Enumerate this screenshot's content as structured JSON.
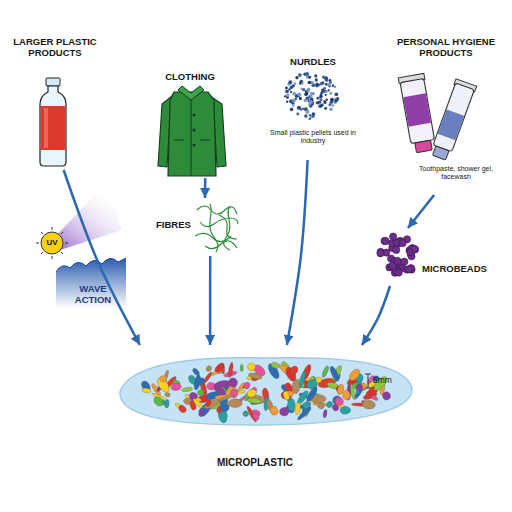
{
  "diagram": {
    "nodes": [
      {
        "text": [
          "LARGER PLASTIC PRODUCTS"
        ]
      },
      {
        "text": [
          "CLOTHING"
        ]
      },
      {
        "text": [
          "NURDLES",
          "Small plastic pellets used in industry"
        ]
      },
      {
        "text": [
          "PERSONAL HYGIENE PRODUCTS",
          "Toothpaste, shower gel, facewash"
        ]
      },
      {
        "text": [
          "FIBRES"
        ]
      },
      {
        "text": [
          "MICROBEADS"
        ]
      },
      {
        "text": [
          "MICROPLASTIC"
        ]
      }
    ],
    "edges": [
      {
        "from": 0,
        "to": 6,
        "arrow": "to"
      },
      {
        "from": 1,
        "to": 4,
        "arrow": "to"
      },
      {
        "from": 4,
        "to": 6,
        "arrow": "to"
      },
      {
        "from": 2,
        "to": 6,
        "arrow": "to"
      },
      {
        "from": 3,
        "to": 5,
        "arrow": "to"
      },
      {
        "from": 5,
        "to": 6,
        "arrow": "to"
      }
    ],
    "labels": [
      "UV",
      "WAVE ACTION",
      "5mm"
    ]
  }
}
